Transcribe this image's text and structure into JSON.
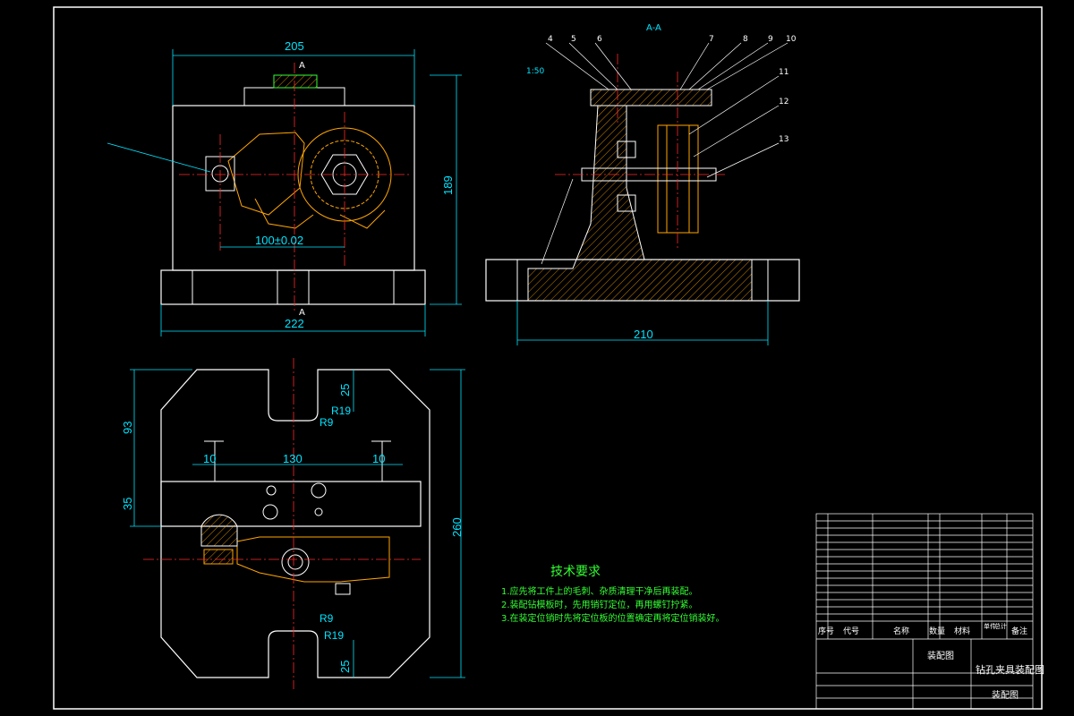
{
  "section_label": "A-A",
  "scale_note": "1:50 ",
  "callouts": [
    "4",
    "5",
    "6",
    "7",
    "8",
    "9",
    "10",
    "11",
    "12",
    "13"
  ],
  "dimensions": {
    "top_width": "205",
    "height_189": "189",
    "center_distance": "100±0.02",
    "base_width": "222",
    "side_width": "210",
    "plan_height": "260",
    "plan_93": "93",
    "plan_35": "35",
    "plan_25_top": "25",
    "plan_25_bottom": "25",
    "r19_top": "R19",
    "r9_top": "R9",
    "r9_bottom": "R9",
    "r19_bottom": "R19",
    "span_130": "130",
    "edge_10_left": "10",
    "edge_10_right": "10"
  },
  "section_marks": [
    "A",
    "A"
  ],
  "tech_requirements": {
    "title": "技术要求",
    "items": [
      "1.应先将工件上的毛刺、杂质清理干净后再装配。",
      "2.装配钻模板时，先用销钉定位，再用螺钉拧紧。",
      "3.在装定位销时先将定位板的位置确定再将定位销装好。"
    ]
  },
  "title_block": {
    "drawing_name": "钻孔夹具装配图",
    "drawing_type": "装配图",
    "drawing_type_2": "装配图",
    "header_cols": [
      "序号",
      "代号",
      "名称",
      "数量",
      "材料",
      "单件",
      "总计",
      "备注"
    ]
  },
  "colors": {
    "background": "#000000",
    "outline": "#ffffff",
    "dimension": "#00e5ff",
    "centerline": "#ff2a2a",
    "part": "#ffa500",
    "hatch": "#ffa500",
    "leader": "#ffffff",
    "text_green": "#33ff33"
  }
}
